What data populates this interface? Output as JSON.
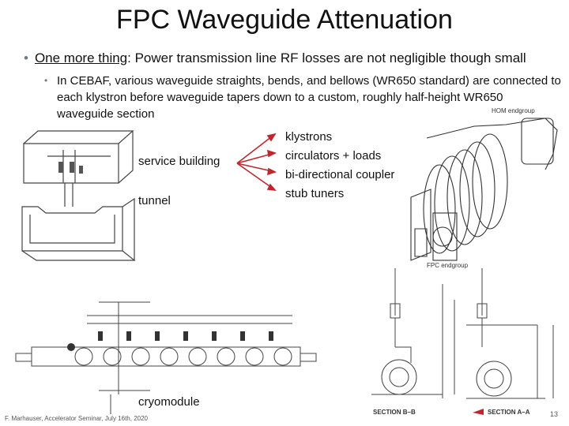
{
  "slide": {
    "title": "FPC Waveguide Attenuation",
    "bullet1_lead": "One more thing",
    "bullet1_rest": ": Power transmission line RF losses are not negligible though small",
    "bullet2": "In CEBAF, various waveguide straights, bends, and bellows (WR650 standard) are connected to each klystron before waveguide tapers down to a custom, roughly half-height WR650 waveguide section",
    "label_service_building": "service building",
    "label_tunnel": "tunnel",
    "list_items": [
      "klystrons",
      "circulators + loads",
      "bi-directional coupler",
      "stub tuners"
    ],
    "label_cryomodule": "cryomodule",
    "label_hom": "HOM endgroup",
    "label_fpc": "FPC endgroup",
    "label_section_bb": "SECTION B–B",
    "label_section_aa": "SECTION A–A",
    "footer": "F. Marhauser, Accelerator Seminar, July 16th, 2020",
    "page_number": "13"
  },
  "colors": {
    "arrow": "#c0272d",
    "line": "#444444",
    "bullet": "#6e7a86"
  }
}
